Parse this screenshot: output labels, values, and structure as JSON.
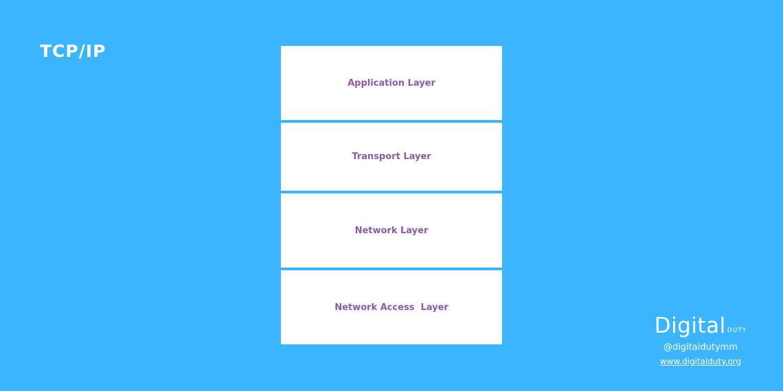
{
  "title": "TCP/IP",
  "layers": [
    {
      "label": "Application Layer"
    },
    {
      "label": "Transport Layer"
    },
    {
      "label": "Network Layer"
    },
    {
      "label": "Network Access  Layer"
    }
  ],
  "branding": {
    "logo_main": "Digital",
    "logo_sub": "DUTY",
    "handle": "@digitaldutymm",
    "url": "www.digitalduty.org"
  },
  "colors": {
    "background": "#3bb5ff",
    "box": "#ffffff",
    "label": "#8b5aa8",
    "title": "#ffffff"
  }
}
